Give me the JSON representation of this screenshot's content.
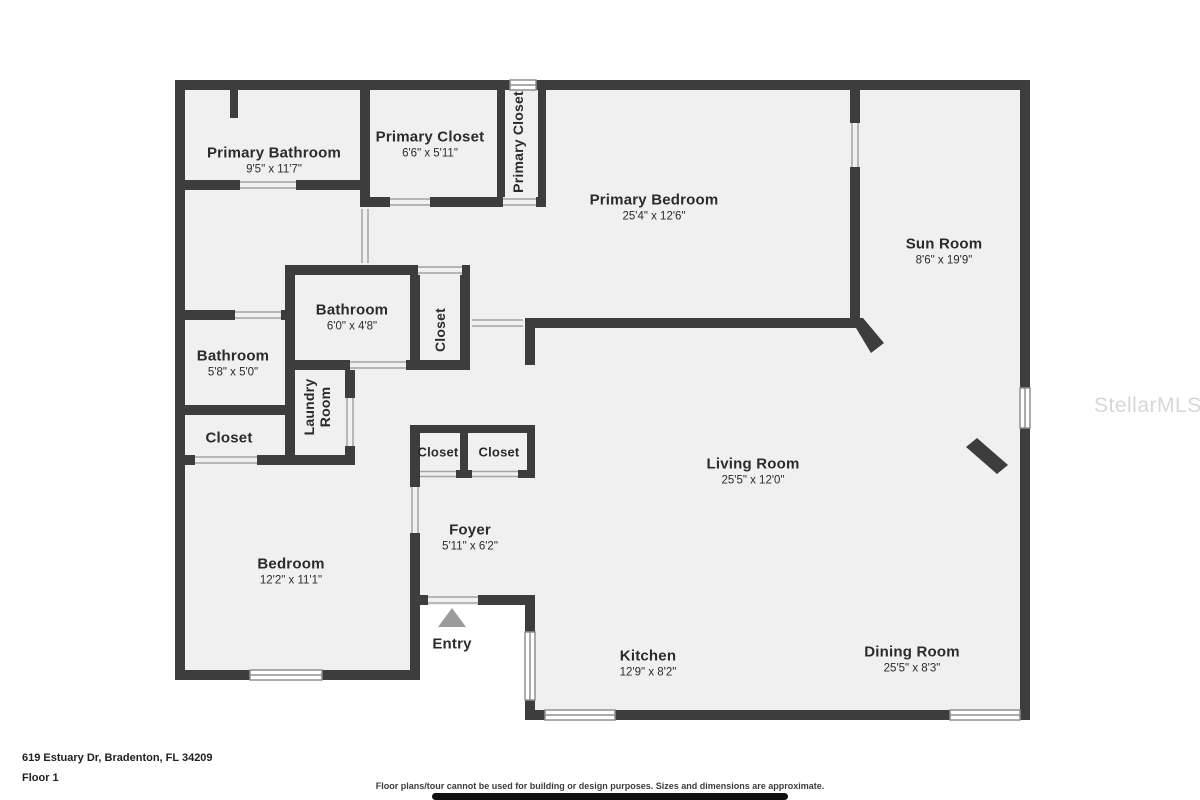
{
  "meta": {
    "address": "619 Estuary Dr, Bradenton, FL 34209",
    "floor_label": "Floor 1",
    "disclaimer": "Floor plans/tour cannot be used for building or design purposes. Sizes and dimensions are approximate.",
    "watermark": "StellarMLS"
  },
  "colors": {
    "wall": "#3d3d3d",
    "floor_fill": "#f0f0f0",
    "label_text": "#2b2b2b",
    "entry_marker": "#9b9b9b"
  },
  "rooms": [
    {
      "name": "Primary Bathroom",
      "dims": "9'5\" x 11'7\""
    },
    {
      "name": "Primary Closet",
      "dims": "6'6\" x 5'11\""
    },
    {
      "name": "Primary Closet",
      "dims": ""
    },
    {
      "name": "Primary Bedroom",
      "dims": "25'4\" x 12'6\""
    },
    {
      "name": "Sun Room",
      "dims": "8'6\" x 19'9\""
    },
    {
      "name": "Bathroom",
      "dims": "6'0\" x 4'8\""
    },
    {
      "name": "Closet",
      "dims": ""
    },
    {
      "name": "Bathroom",
      "dims": "5'8\" x 5'0\""
    },
    {
      "name": "Laundry Room",
      "dims": ""
    },
    {
      "name": "Closet",
      "dims": ""
    },
    {
      "name": "Closet",
      "dims": ""
    },
    {
      "name": "Closet",
      "dims": ""
    },
    {
      "name": "Living Room",
      "dims": "25'5\" x 12'0\""
    },
    {
      "name": "Foyer",
      "dims": "5'11\" x 6'2\""
    },
    {
      "name": "Bedroom",
      "dims": "12'2\" x 11'1\""
    },
    {
      "name": "Entry",
      "dims": ""
    },
    {
      "name": "Kitchen",
      "dims": "12'9\" x 8'2\""
    },
    {
      "name": "Dining Room",
      "dims": "25'5\" x 8'3\""
    }
  ]
}
